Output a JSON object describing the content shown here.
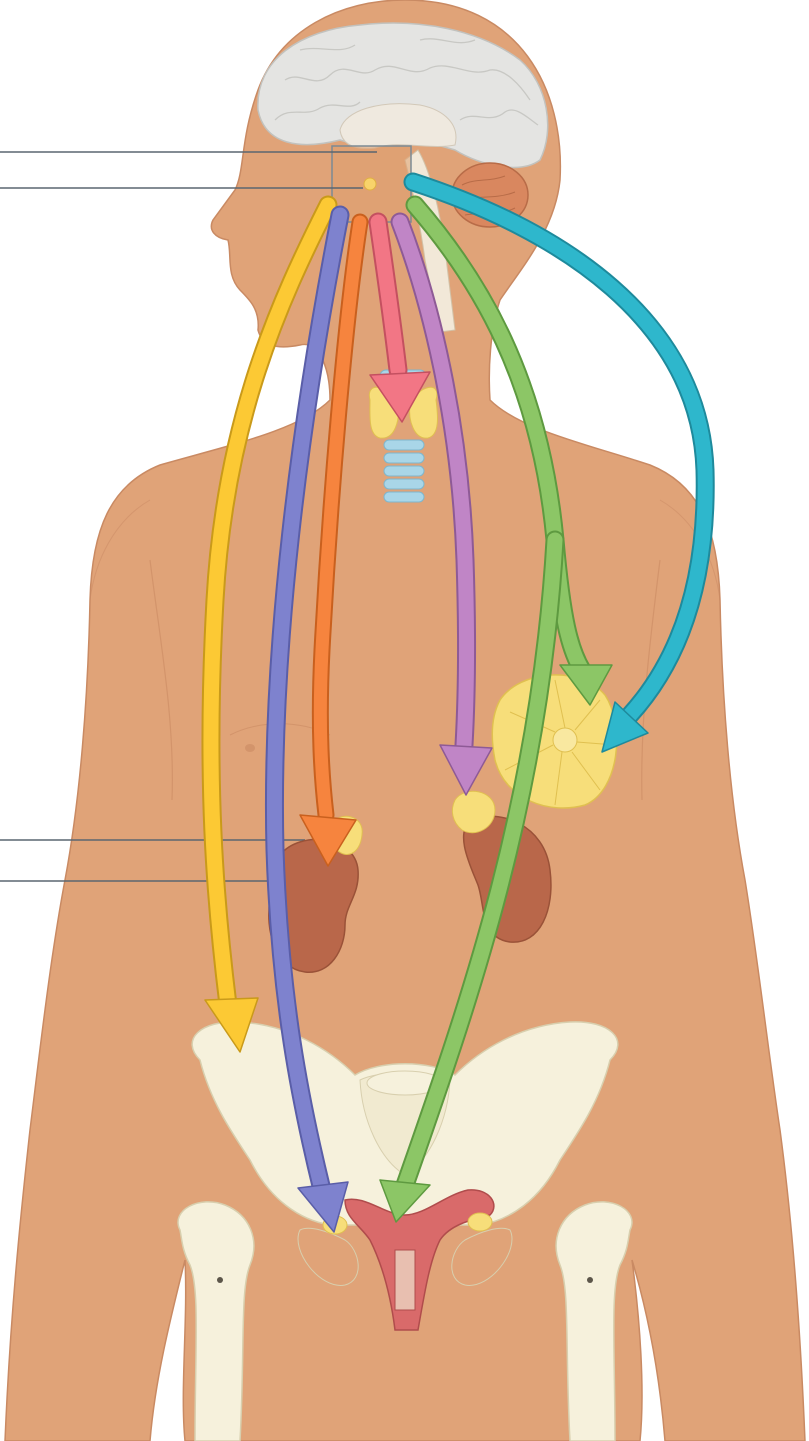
{
  "diagram": {
    "colors": {
      "skin": "#E0A378",
      "skin_outline": "#C98A63",
      "brain": "#E4E4E2",
      "bone": "#F6F1DC",
      "bone_outline": "#D8CFAE",
      "kidney": "#B9674A",
      "gland": "#F7DE7A",
      "uterus": "#D96A6A",
      "thyroid_blue": "#A9D6E8",
      "leader_line": "#5A6670"
    },
    "hormone_arrows": [
      {
        "name": "yellow-arrow",
        "color": "#FCC934",
        "target": "bones"
      },
      {
        "name": "blue-violet-arrow",
        "color": "#7E82CE",
        "target": "ovary"
      },
      {
        "name": "orange-arrow",
        "color": "#F6843E",
        "target": "adrenal-gland"
      },
      {
        "name": "pink-arrow",
        "color": "#F27685",
        "target": "thyroid"
      },
      {
        "name": "purple-arrow",
        "color": "#C085C6",
        "target": "adrenal-gland"
      },
      {
        "name": "green-arrow",
        "color": "#8CC666",
        "target": "breast-and-uterus"
      },
      {
        "name": "cyan-arrow",
        "color": "#2EB7CC",
        "target": "breast"
      }
    ]
  }
}
